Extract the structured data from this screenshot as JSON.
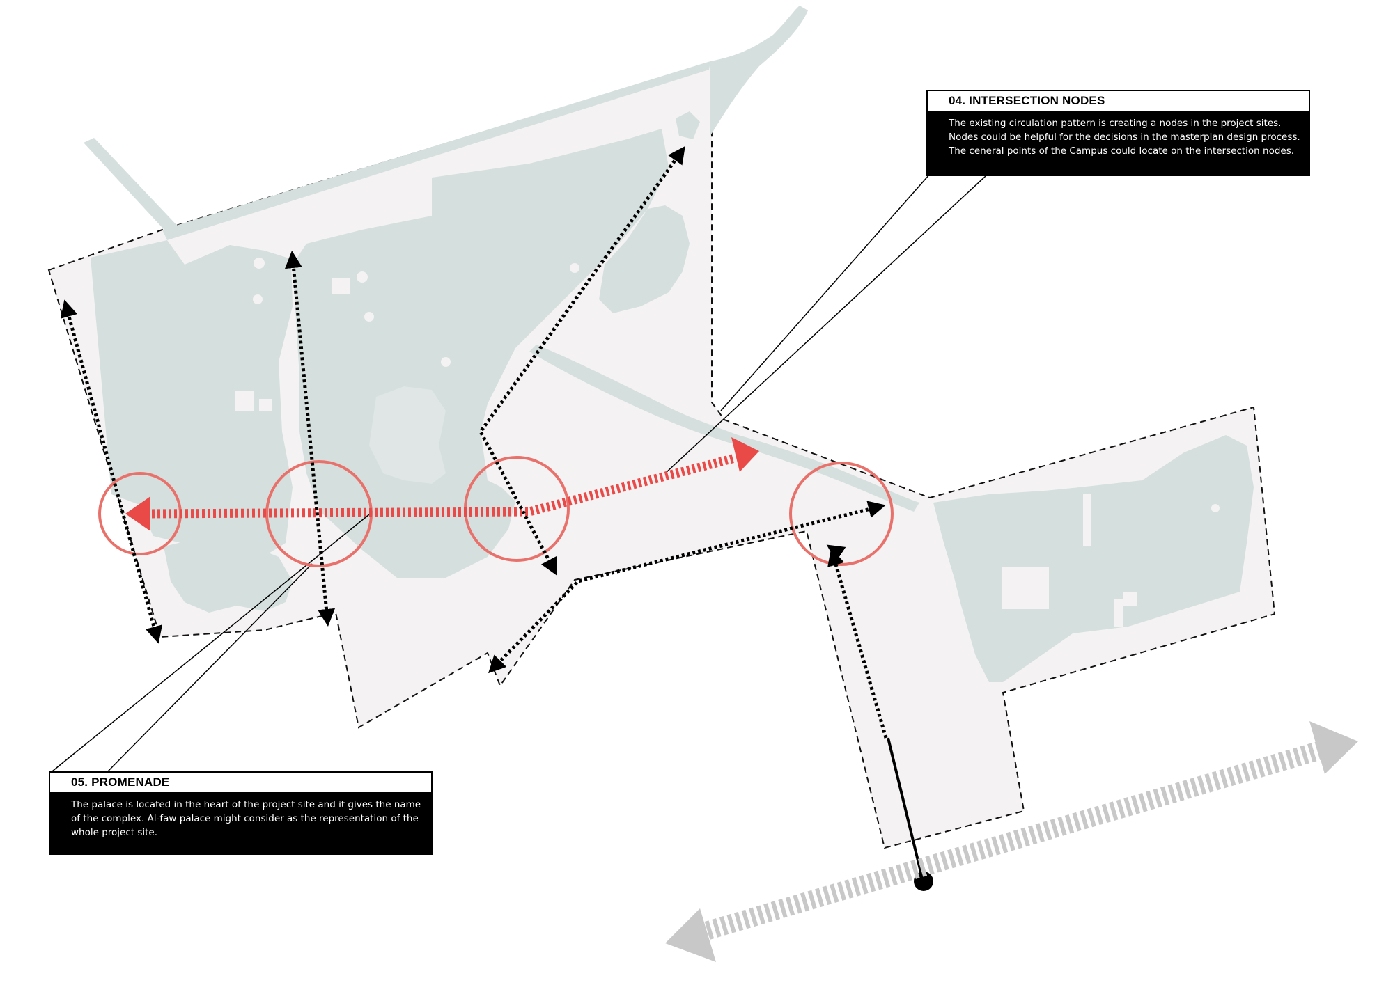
{
  "callouts": {
    "intersection_nodes": {
      "title": "04. INTERSECTION NODES",
      "body": "The existing circulation pattern is creating a nodes in the project sites. Nodes could be helpful for the decisions in the masterplan design process. The ceneral points of the Campus could locate on the intersection nodes."
    },
    "promenade": {
      "title": "05. PROMENADE",
      "body": "The palace is located in the heart of the project site and it gives the name of the complex. Al-faw palace might consider as the representation of the whole project site."
    }
  },
  "colors": {
    "site_fill": "#f4f2f3",
    "water": "#d4dfde",
    "boundary": "#111111",
    "promenade_arrow": "#ea4a47",
    "node_circle": "#e8726b",
    "circulation_arrow": "#000000",
    "main_road": "#c8c8c8"
  },
  "legend_icons": [
    "dashed-boundary-icon",
    "dotted-circulation-arrow-icon",
    "red-promenade-arrow-icon",
    "node-circle-icon",
    "road-arrow-icon"
  ]
}
